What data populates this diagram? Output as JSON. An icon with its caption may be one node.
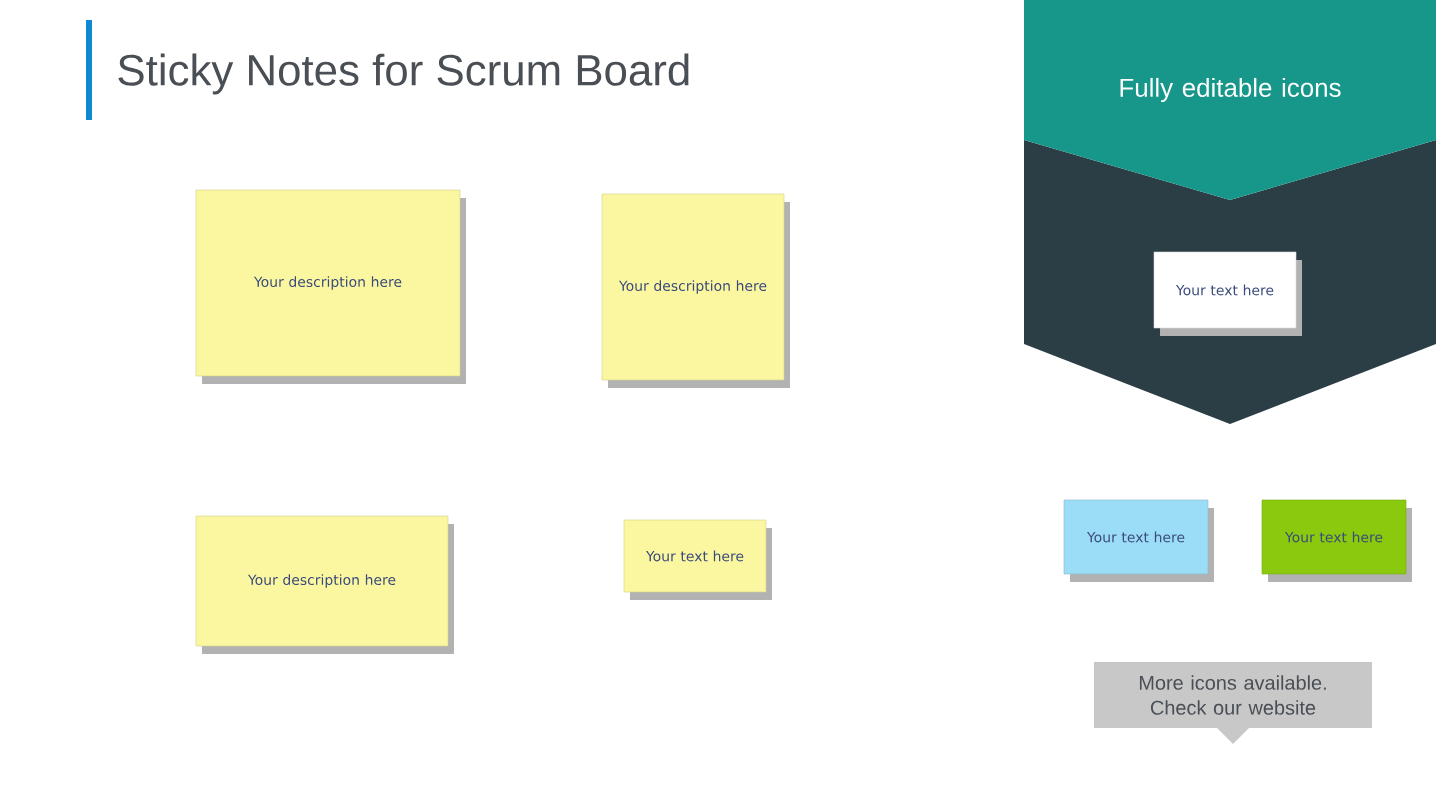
{
  "diagram": {
    "title": "Sticky Notes for Scrum Board",
    "nodes": [
      {
        "text": [
          "Your description here"
        ]
      },
      {
        "text": [
          "Your description here"
        ]
      },
      {
        "text": [
          "Your description here"
        ]
      },
      {
        "text": [
          "Your text here"
        ]
      },
      {
        "text": [
          "Fully editable icons"
        ]
      },
      {
        "text": [
          "Your text here"
        ],
        "in": 4
      },
      {
        "text": [
          "Your text here"
        ]
      },
      {
        "text": [
          "Your text here"
        ]
      },
      {
        "text": [
          "More icons available. Check our website"
        ]
      }
    ]
  }
}
